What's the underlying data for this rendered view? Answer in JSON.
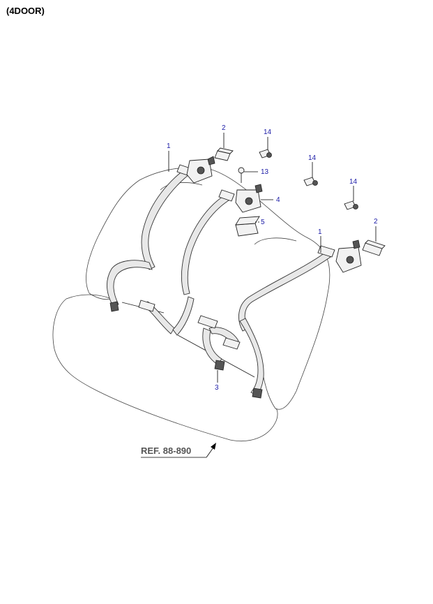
{
  "header": {
    "title": "(4DOOR)"
  },
  "callouts": {
    "belt_left": "1",
    "belt_right": "1",
    "cover_left": "2",
    "cover_right": "2",
    "buckle": "3",
    "retractor_center": "4",
    "bracket": "5",
    "bolt": "13",
    "nut_a": "14",
    "nut_b": "14",
    "nut_c": "14"
  },
  "reference": {
    "label": "REF. 88-890"
  }
}
